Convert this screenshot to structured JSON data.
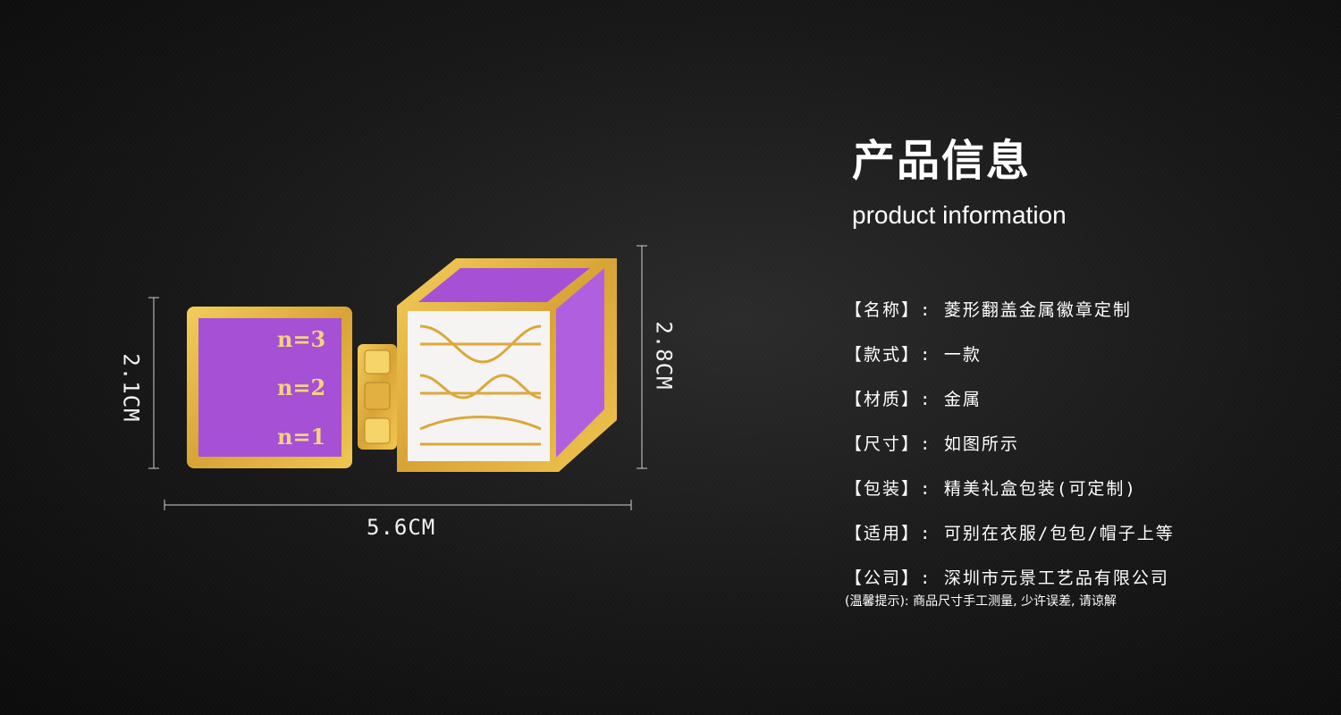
{
  "colors": {
    "gold": "#e7b640",
    "gold_dark": "#b7832a",
    "purple": "#a650d6",
    "purple_light": "#b566e2",
    "white_enamel": "#f6f4f2",
    "background": "#161616"
  },
  "product": {
    "image_alt": "rhombus flip lid metal badge",
    "panel_labels": [
      "n=3",
      "n=2",
      "n=1"
    ],
    "dim_height_left": "2.1CM",
    "dim_height_right": "2.8CM",
    "dim_width": "5.6CM"
  },
  "info": {
    "title_cn": "产品信息",
    "title_en": "product information",
    "specs": [
      "【名称】: 菱形翻盖金属徽章定制",
      "【款式】: 一款",
      "【材质】: 金属",
      "【尺寸】: 如图所示",
      "【包装】: 精美礼盒包装(可定制)",
      "【适用】: 可别在衣服/包包/帽子上等",
      "【公司】: 深圳市元景工艺品有限公司"
    ],
    "tip": "(温馨提示): 商品尺寸手工测量, 少许误差, 请谅解"
  }
}
